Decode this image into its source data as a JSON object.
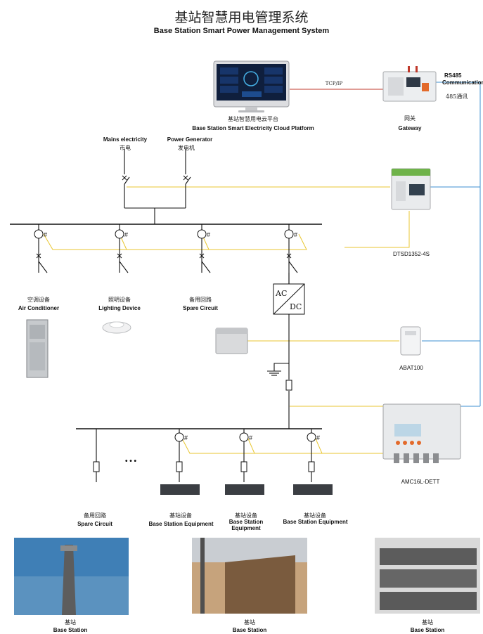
{
  "title": "基站智慧用电管理系统",
  "subtitle": "Base Station Smart Power Management System",
  "platform": {
    "zh": "基站智慧用电云平台",
    "en": "Base Station Smart Electricity Cloud Platform"
  },
  "link_tcpip": "TCP/IP",
  "gateway": {
    "zh": "网关",
    "en": "Gateway"
  },
  "rs485": {
    "en1": "RS485",
    "en2": "Communication",
    "zh": "485通讯"
  },
  "sources": {
    "mains": {
      "en": "Mains electricity",
      "zh": "市电"
    },
    "generator": {
      "en": "Power Generator",
      "zh": "发电机"
    }
  },
  "meters": {
    "dtsd": "DTSD1352-4S",
    "abat": "ABAT100",
    "amc": "AMC16L-DETT"
  },
  "converter": {
    "top": "AC",
    "bottom": "DC"
  },
  "loads": [
    {
      "zh": "空调设备",
      "en": "Air Conditioner"
    },
    {
      "zh": "照明设备",
      "en": "Lighting Device"
    },
    {
      "zh": "备用回路",
      "en": "Spare Circuit"
    }
  ],
  "dc_loads": [
    {
      "zh": "备用回路",
      "en": "Spare Circuit"
    },
    {
      "zh": "基站设备",
      "en": "Base Station Equipment"
    },
    {
      "zh": "基站设备",
      "en1": "Base Station",
      "en2": "Equipment"
    },
    {
      "zh": "基站设备",
      "en": "Base Station Equipment"
    }
  ],
  "ellipsis": "• • •",
  "photos": [
    {
      "zh": "基站",
      "en": "Base Station"
    },
    {
      "zh": "基站",
      "en": "Base Station"
    },
    {
      "zh": "基站",
      "en": "Base Station"
    }
  ],
  "colors": {
    "signal": "#e8c630",
    "rs485": "#3c8fd0",
    "tcp": "#c0392b",
    "line": "#111111"
  }
}
